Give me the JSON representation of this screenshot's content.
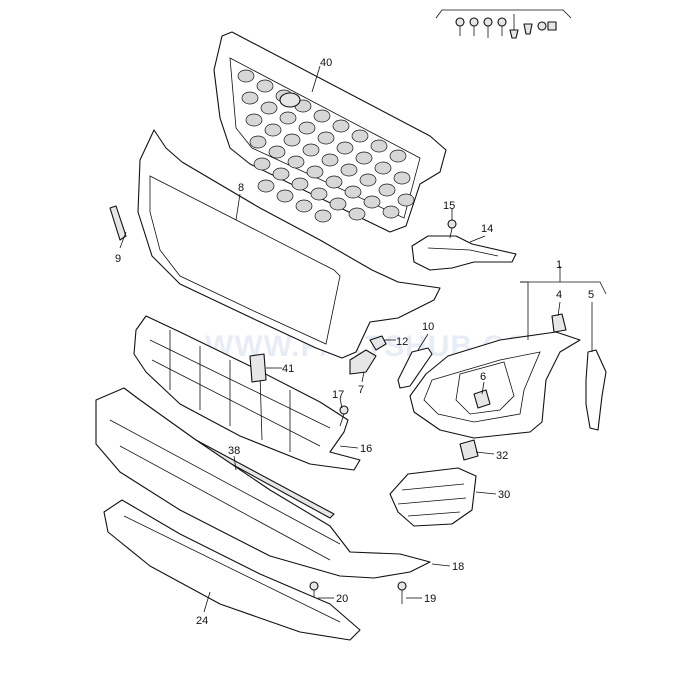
{
  "diagram": {
    "watermark": "WWW.PARTSHUB.COM",
    "callouts": [
      {
        "id": "40",
        "label": "40"
      },
      {
        "id": "8",
        "label": "8"
      },
      {
        "id": "9",
        "label": "9"
      },
      {
        "id": "15",
        "label": "15"
      },
      {
        "id": "14",
        "label": "14"
      },
      {
        "id": "1",
        "label": "1"
      },
      {
        "id": "4",
        "label": "4"
      },
      {
        "id": "5",
        "label": "5"
      },
      {
        "id": "10",
        "label": "10"
      },
      {
        "id": "12",
        "label": "12"
      },
      {
        "id": "41",
        "label": "41"
      },
      {
        "id": "7",
        "label": "7"
      },
      {
        "id": "17",
        "label": "17"
      },
      {
        "id": "6",
        "label": "6"
      },
      {
        "id": "16",
        "label": "16"
      },
      {
        "id": "38",
        "label": "38"
      },
      {
        "id": "32",
        "label": "32"
      },
      {
        "id": "30",
        "label": "30"
      },
      {
        "id": "18",
        "label": "18"
      },
      {
        "id": "20",
        "label": "20"
      },
      {
        "id": "19",
        "label": "19"
      },
      {
        "id": "24",
        "label": "24"
      }
    ]
  }
}
